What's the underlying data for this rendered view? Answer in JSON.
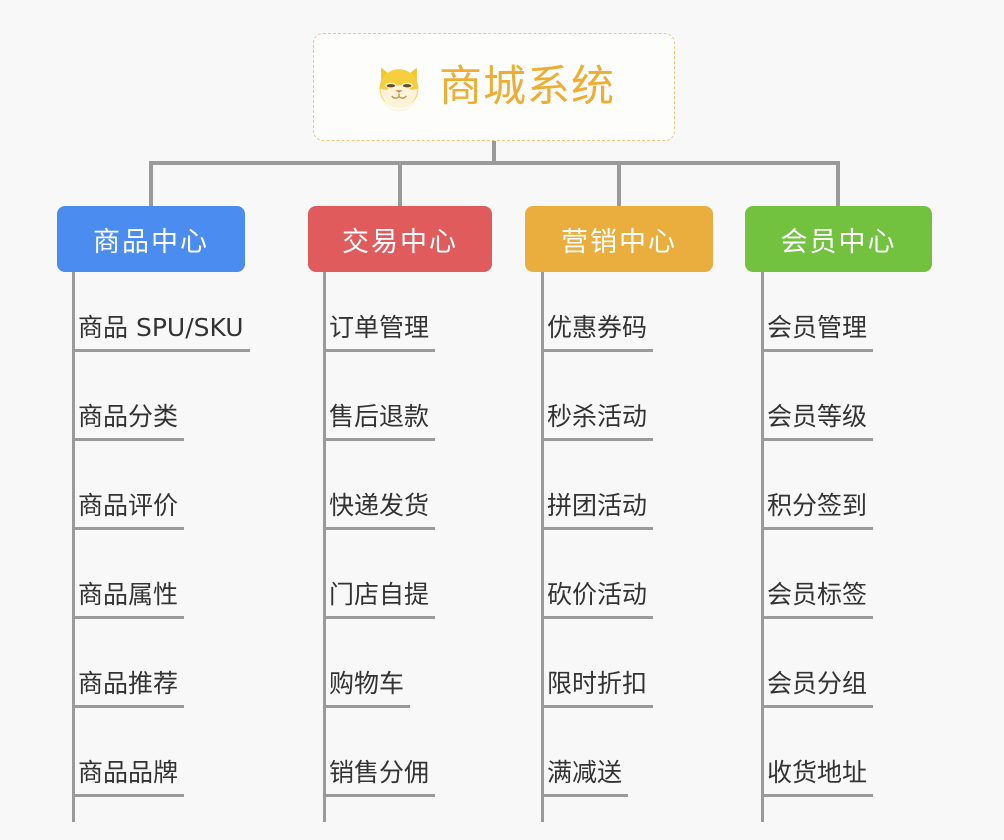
{
  "diagram": {
    "title": "商城系统",
    "root_icon": "shiba-dog-face-icon",
    "background_color": "#f8f8f8",
    "connector_color": "#9a9a9a",
    "root": {
      "label": "商城系统",
      "border_color": "#edc87a",
      "text_color": "#f0ad34",
      "background_color": "#fdfdfb"
    },
    "branches": [
      {
        "label": "商品中心",
        "color": "#4a8cf0",
        "items": [
          "商品 SPU/SKU",
          "商品分类",
          "商品评价",
          "商品属性",
          "商品推荐",
          "商品品牌"
        ]
      },
      {
        "label": "交易中心",
        "color": "#e05c5c",
        "items": [
          "订单管理",
          "售后退款",
          "快递发货",
          "门店自提",
          "购物车",
          "销售分佣"
        ]
      },
      {
        "label": "营销中心",
        "color": "#eaae3e",
        "items": [
          "优惠券码",
          "秒杀活动",
          "拼团活动",
          "砍价活动",
          "限时折扣",
          "满减送"
        ]
      },
      {
        "label": "会员中心",
        "color": "#72c240",
        "items": [
          "会员管理",
          "会员等级",
          "积分签到",
          "会员标签",
          "会员分组",
          "收货地址"
        ]
      }
    ]
  }
}
